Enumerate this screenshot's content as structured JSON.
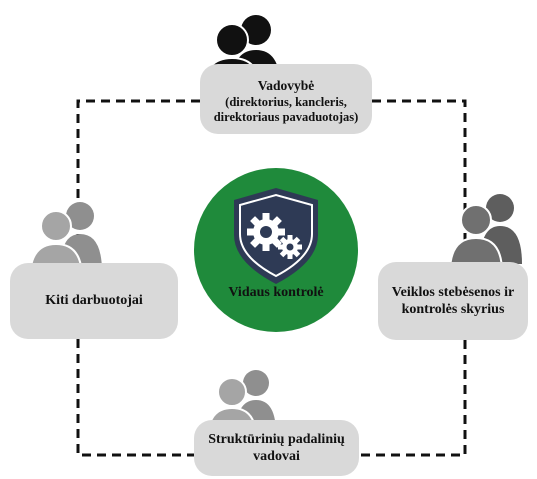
{
  "nodes": {
    "top": {
      "title": "Vadovybė",
      "lines": [
        "(direktorius, kancleris,",
        "direktoriaus pavaduotojas)"
      ]
    },
    "left": {
      "lines": [
        "Kiti darbuotojai"
      ]
    },
    "right": {
      "lines": [
        "Veiklos stebėsenos ir",
        "kontrolės skyrius"
      ]
    },
    "bottom": {
      "lines": [
        "Struktūrinių padalinių",
        "vadovai"
      ]
    }
  },
  "center": {
    "label": "Vidaus kontrolė"
  },
  "colors": {
    "center_circle": "#1f8a3b",
    "shield": "#2e3a55",
    "pill": "#d9d9d9",
    "person_black": "#111111",
    "person_dark_gray": "#6e6e6e",
    "person_gray": "#9a9a9a",
    "dashed_line": "#111111"
  },
  "icons": {
    "top": "people-icon-black",
    "left": "people-icon-gray",
    "right": "people-icon-dark-gray",
    "bottom": "people-icon-gray",
    "center": "shield-gears-icon"
  }
}
